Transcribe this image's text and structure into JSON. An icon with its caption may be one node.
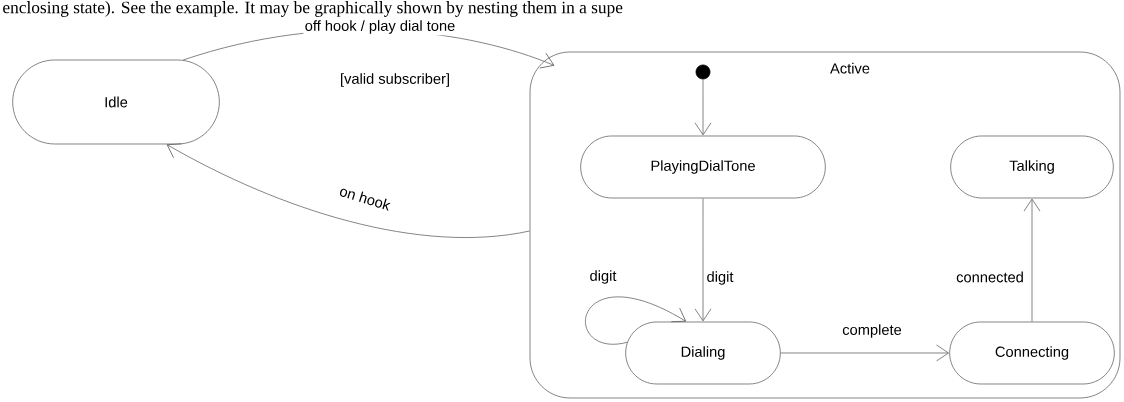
{
  "diagram": {
    "nodes": [
      {
        "text": [
          "Idle"
        ]
      },
      {
        "text": [
          "Active"
        ]
      },
      {
        "text": [],
        "shape": "circle",
        "in": 1
      },
      {
        "text": [
          "PlayingDialTone"
        ],
        "in": 1
      },
      {
        "text": [
          "Talking"
        ],
        "in": 1
      },
      {
        "text": [
          "Dialing"
        ],
        "in": 1
      },
      {
        "text": [
          "Connecting"
        ],
        "in": 1
      }
    ],
    "edges": [
      {
        "from": 0,
        "to": 1,
        "arrow": "to",
        "label": "off hook / play dial tone"
      },
      {
        "from": 1,
        "to": 0,
        "arrow": "to",
        "label": "on hook"
      },
      {
        "from": 2,
        "to": 3,
        "arrow": "to"
      },
      {
        "from": 3,
        "to": 5,
        "arrow": "to",
        "label": "digit"
      },
      {
        "from": 5,
        "to": 5,
        "arrow": "to",
        "label": "digit"
      },
      {
        "from": 5,
        "to": 6,
        "arrow": "to",
        "label": "complete"
      },
      {
        "from": 6,
        "to": 4,
        "arrow": "to",
        "label": "connected"
      }
    ],
    "labels": [
      "enclosing state). See the example. It may be graphically shown by nesting them in a supe",
      "[valid subscriber]"
    ]
  }
}
